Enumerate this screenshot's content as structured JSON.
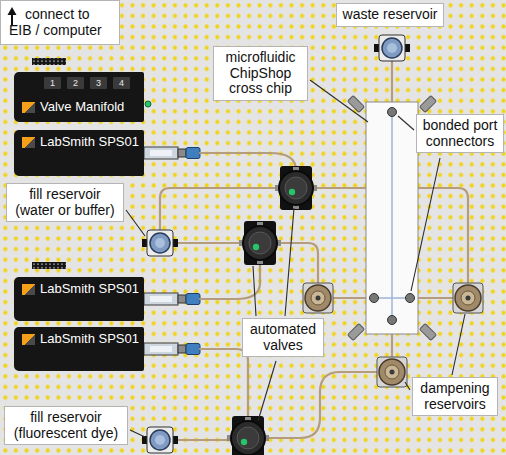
{
  "diagram": {
    "nodes": [
      {
        "text": [
          "connect to EIB / computer"
        ]
      },
      {
        "text": [
          "waste reservoir"
        ]
      },
      {
        "text": [
          "microfluidic ChipShop cross chip"
        ]
      },
      {
        "text": [
          "1",
          "2",
          "3",
          "4",
          "Valve Manifold"
        ]
      },
      {
        "text": [
          "bonded port connectors"
        ]
      },
      {
        "text": [
          "LabSmith SPS01"
        ]
      },
      {
        "text": [
          "fill reservoir (water or buffer)"
        ]
      },
      {
        "text": [
          "LabSmith SPS01"
        ]
      },
      {
        "text": [
          "LabSmith SPS01"
        ]
      },
      {
        "text": [
          "automated valves"
        ]
      },
      {
        "text": [
          "dampening reservoirs"
        ]
      },
      {
        "text": [
          "fill reservoir (fluorescent dye)"
        ]
      }
    ]
  }
}
